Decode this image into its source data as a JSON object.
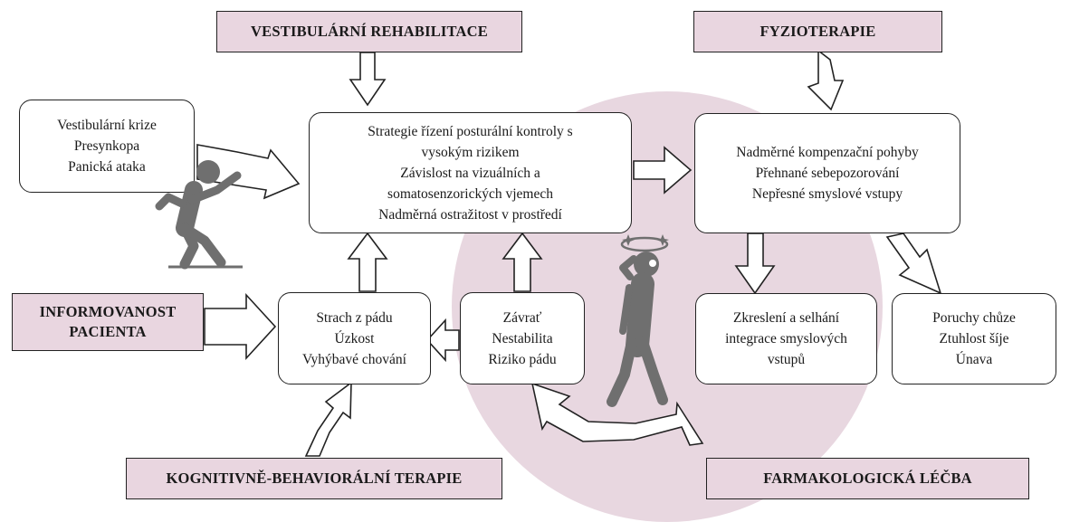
{
  "headers": {
    "vestibular_rehab": "VESTIBULÁRNÍ REHABILITACE",
    "physiotherapy": "FYZIOTERAPIE",
    "patient_info_line1": "INFORMOVANOST",
    "patient_info_line2": "PACIENTA",
    "cbt": "KOGNITIVNĚ-BEHAVIORÁLNÍ TERAPIE",
    "pharmacology": "FARMAKOLOGICKÁ LÉČBA"
  },
  "boxes": {
    "triggers": [
      "Vestibulární krize",
      "Presynkopa",
      "Panická ataka"
    ],
    "strategies": [
      "Strategie řízení posturální kontroly s",
      "vysokým rizikem",
      "Závislost na vizuálních a",
      "somatosenzorických vjemech",
      "Nadměrná ostražitost v prostředí"
    ],
    "compensation": [
      "Nadměrné kompenzační pohyby",
      "Přehnané sebepozorování",
      "Nepřesné smyslové vstupy"
    ],
    "fear": [
      "Strach z pádu",
      "Úzkost",
      "Vyhýbavé chování"
    ],
    "dizziness": [
      "Závrať",
      "Nestabilita",
      "Riziko pádu"
    ],
    "integration": [
      "Zkreslení a selhání",
      "integrace smyslových",
      "vstupů"
    ],
    "gait": [
      "Poruchy chůze",
      "Ztuhlost šíje",
      "Únava"
    ]
  },
  "icons": {
    "falling_person": "falling-person-icon",
    "dizzy_person": "dizzy-person-icon"
  },
  "colors": {
    "header_fill": "#e9d6e0",
    "circle_fill": "#e8d7e0",
    "figure": "#6f6f6f",
    "stroke": "#222222"
  }
}
